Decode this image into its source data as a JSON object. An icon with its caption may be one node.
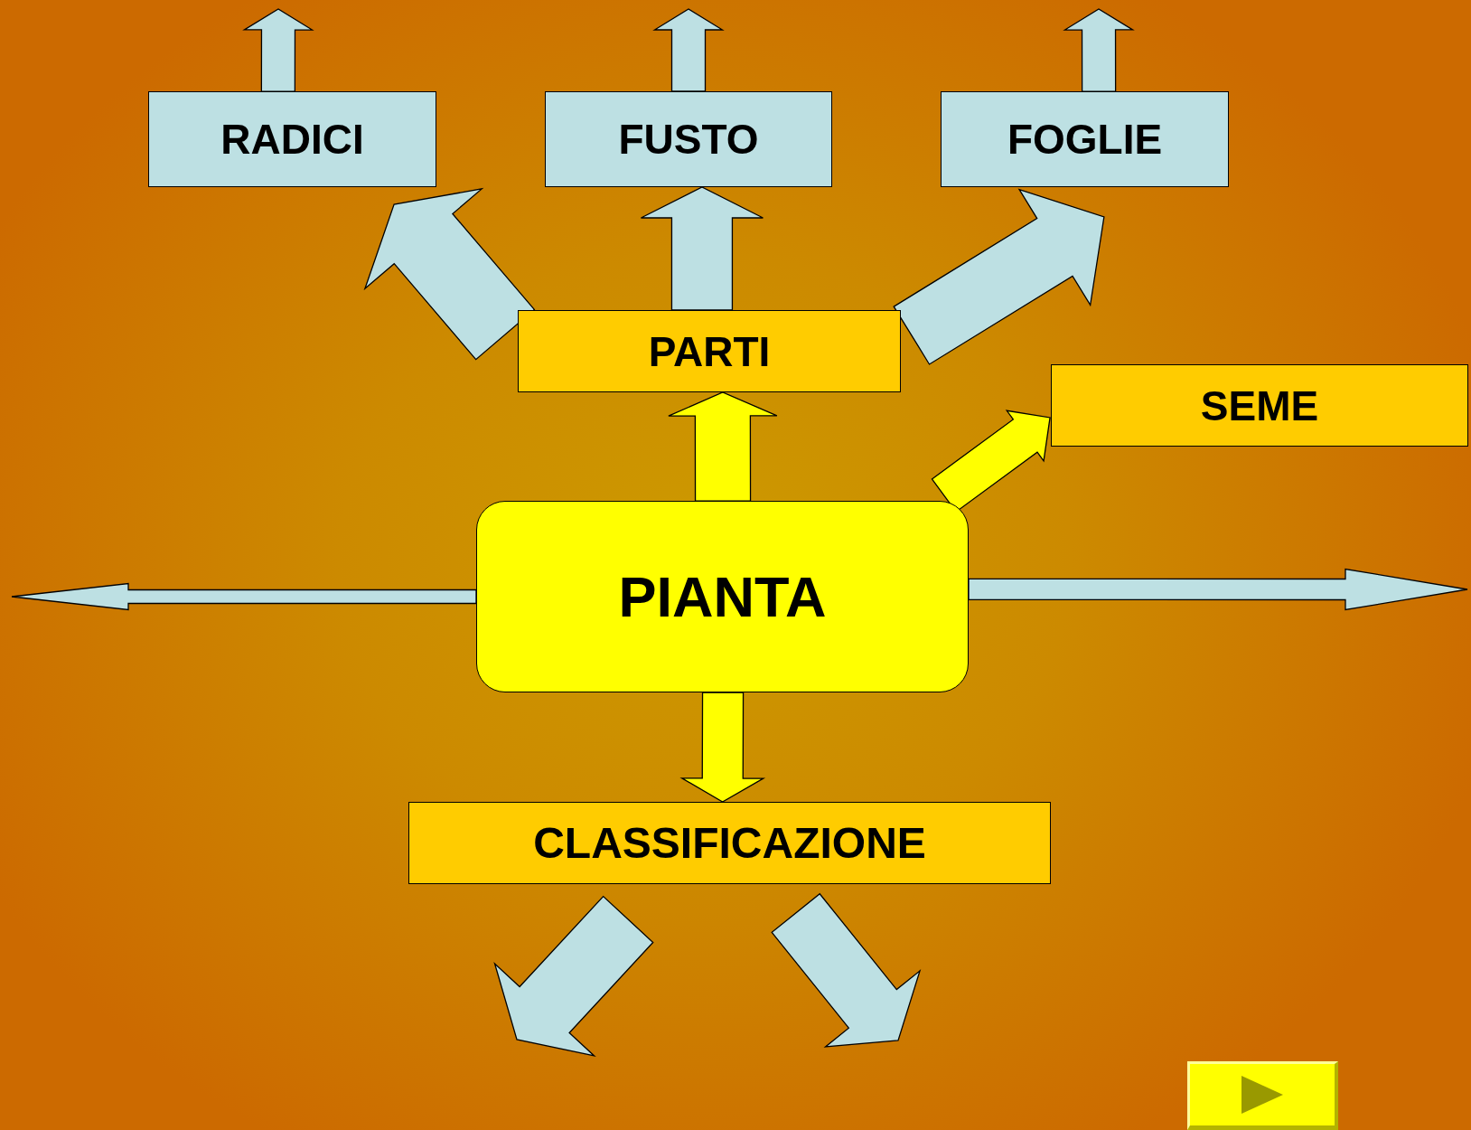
{
  "diagram": {
    "nodes": [
      {
        "text": [
          "RADICI"
        ]
      },
      {
        "text": [
          "FUSTO"
        ]
      },
      {
        "text": [
          "FOGLIE"
        ]
      },
      {
        "text": [
          "PARTI"
        ]
      },
      {
        "text": [
          "SEME"
        ]
      },
      {
        "text": [
          "PIANTA"
        ]
      },
      {
        "text": [
          "CLASSIFICAZIONE"
        ]
      }
    ],
    "edges": [
      {
        "from": 0,
        "to": null,
        "arrow": "to"
      },
      {
        "from": 1,
        "to": null,
        "arrow": "to"
      },
      {
        "from": 2,
        "to": null,
        "arrow": "to"
      },
      {
        "from": 3,
        "to": 0,
        "arrow": "to"
      },
      {
        "from": 3,
        "to": 1,
        "arrow": "to"
      },
      {
        "from": 3,
        "to": 2,
        "arrow": "to"
      },
      {
        "from": 5,
        "to": 3,
        "arrow": "to",
        "color": "#ffff00"
      },
      {
        "from": 5,
        "to": 4,
        "arrow": "to",
        "color": "#ffff00"
      },
      {
        "from": 5,
        "to": null,
        "arrow": "to"
      },
      {
        "from": 5,
        "to": null,
        "arrow": "to"
      },
      {
        "from": 5,
        "to": 6,
        "arrow": "to",
        "color": "#ffff00"
      },
      {
        "from": 6,
        "to": null,
        "arrow": "to"
      },
      {
        "from": 6,
        "to": null,
        "arrow": "to"
      }
    ]
  }
}
